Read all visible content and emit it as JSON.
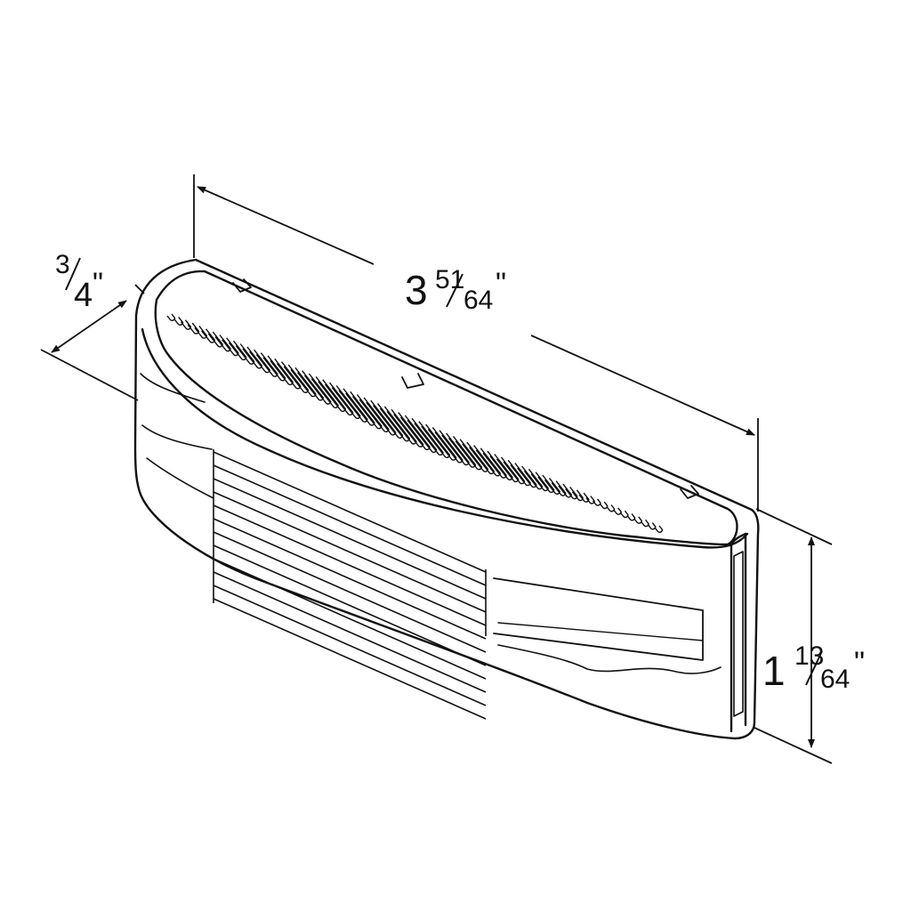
{
  "colors": {
    "line": "#111111",
    "background": "#ffffff"
  },
  "dimensions": {
    "length": {
      "whole": "3",
      "numerator": "51",
      "denominator": "64",
      "unit": "\""
    },
    "depth": {
      "numerator": "3",
      "denominator": "4",
      "unit": "\""
    },
    "height": {
      "whole": "1",
      "numerator": "13",
      "denominator": "64",
      "unit": "\""
    }
  }
}
